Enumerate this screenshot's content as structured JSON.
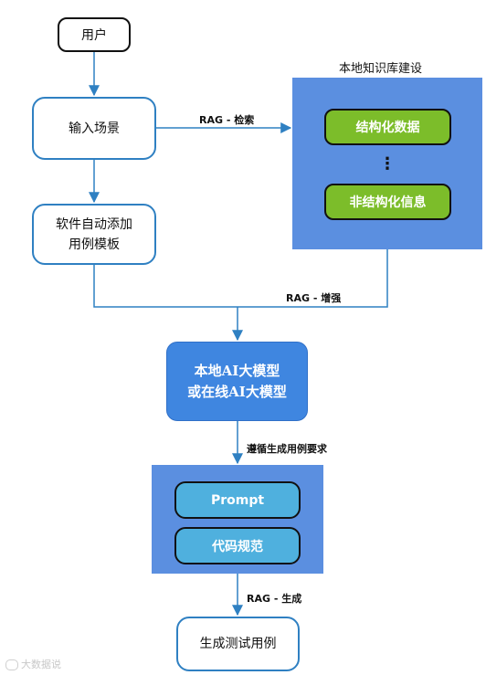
{
  "nodes": {
    "user": "用户",
    "input_scene": "输入场景",
    "auto_template_line1": "软件自动添加",
    "auto_template_line2": "用例模板",
    "kb_title": "本地知识库建设",
    "structured": "结构化数据",
    "ellipsis": "⋮",
    "unstructured": "非结构化信息",
    "model_line1": "本地AI大模型",
    "model_line2": "或在线AI大模型",
    "prompt": "Prompt",
    "code_spec": "代码规范",
    "output": "生成测试用例"
  },
  "edge_labels": {
    "retrieve": "RAG - 检索",
    "augment": "RAG - 增强",
    "follow": "遵循生成用例要求",
    "generate": "RAG - 生成"
  },
  "watermark": "大数据说",
  "colors": {
    "line": "#2f80c2",
    "panel": "#5b8fe0",
    "green": "#7cbd2a",
    "cyan": "#4fb0de",
    "model": "#3f86e0"
  }
}
